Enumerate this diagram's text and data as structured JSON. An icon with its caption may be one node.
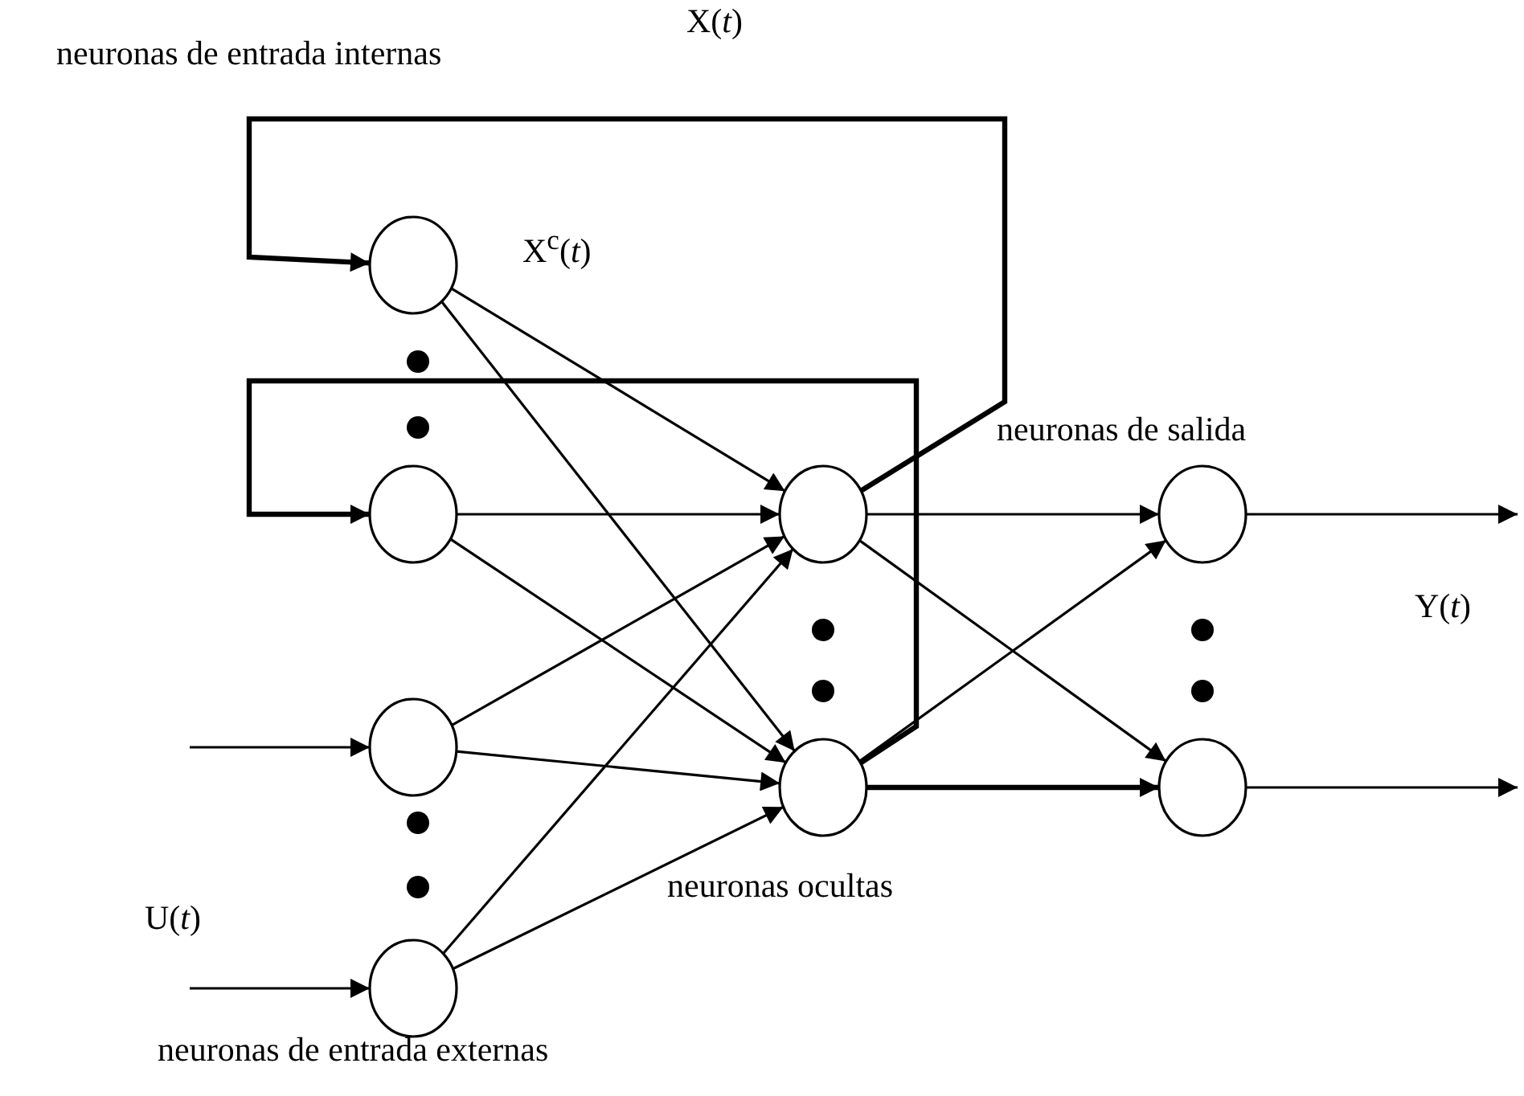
{
  "diagram": {
    "nodes": [
      {
        "text": [],
        "shape": "circle"
      },
      {
        "text": [],
        "shape": "circle"
      },
      {
        "text": [],
        "shape": "circle"
      },
      {
        "text": [],
        "shape": "circle"
      },
      {
        "text": [],
        "shape": "circle"
      },
      {
        "text": [],
        "shape": "circle"
      },
      {
        "text": [],
        "shape": "circle"
      },
      {
        "text": [],
        "shape": "circle"
      }
    ],
    "edges": [
      {
        "from": null,
        "to": 2,
        "arrow": "to"
      },
      {
        "from": null,
        "to": 3,
        "arrow": "to"
      },
      {
        "from": 0,
        "to": 4,
        "arrow": "to"
      },
      {
        "from": 0,
        "to": 5,
        "arrow": "to"
      },
      {
        "from": 1,
        "to": 4,
        "arrow": "to"
      },
      {
        "from": 1,
        "to": 5,
        "arrow": "to"
      },
      {
        "from": 2,
        "to": 4,
        "arrow": "to"
      },
      {
        "from": 2,
        "to": 5,
        "arrow": "to"
      },
      {
        "from": 3,
        "to": 4,
        "arrow": "to"
      },
      {
        "from": 3,
        "to": 5,
        "arrow": "to"
      },
      {
        "from": 4,
        "to": 6,
        "arrow": "to"
      },
      {
        "from": 4,
        "to": 7,
        "arrow": "to"
      },
      {
        "from": 5,
        "to": 6,
        "arrow": "to"
      },
      {
        "from": 5,
        "to": 7,
        "arrow": "to",
        "style": "thick"
      },
      {
        "from": 6,
        "to": null,
        "arrow": "to"
      },
      {
        "from": 7,
        "to": null,
        "arrow": "to"
      },
      {
        "from": 4,
        "to": 0,
        "arrow": "to",
        "style": "thick"
      },
      {
        "from": 5,
        "to": 1,
        "arrow": "to",
        "style": "thick"
      }
    ],
    "labels": [
      "neuronas de entrada internas",
      "X(*t*)",
      "X$^{c}$(*t*)",
      "neuronas de salida",
      "Y(*t*)",
      "U(*t*)",
      "neuronas ocultas",
      "neuronas de entrada externas"
    ]
  }
}
